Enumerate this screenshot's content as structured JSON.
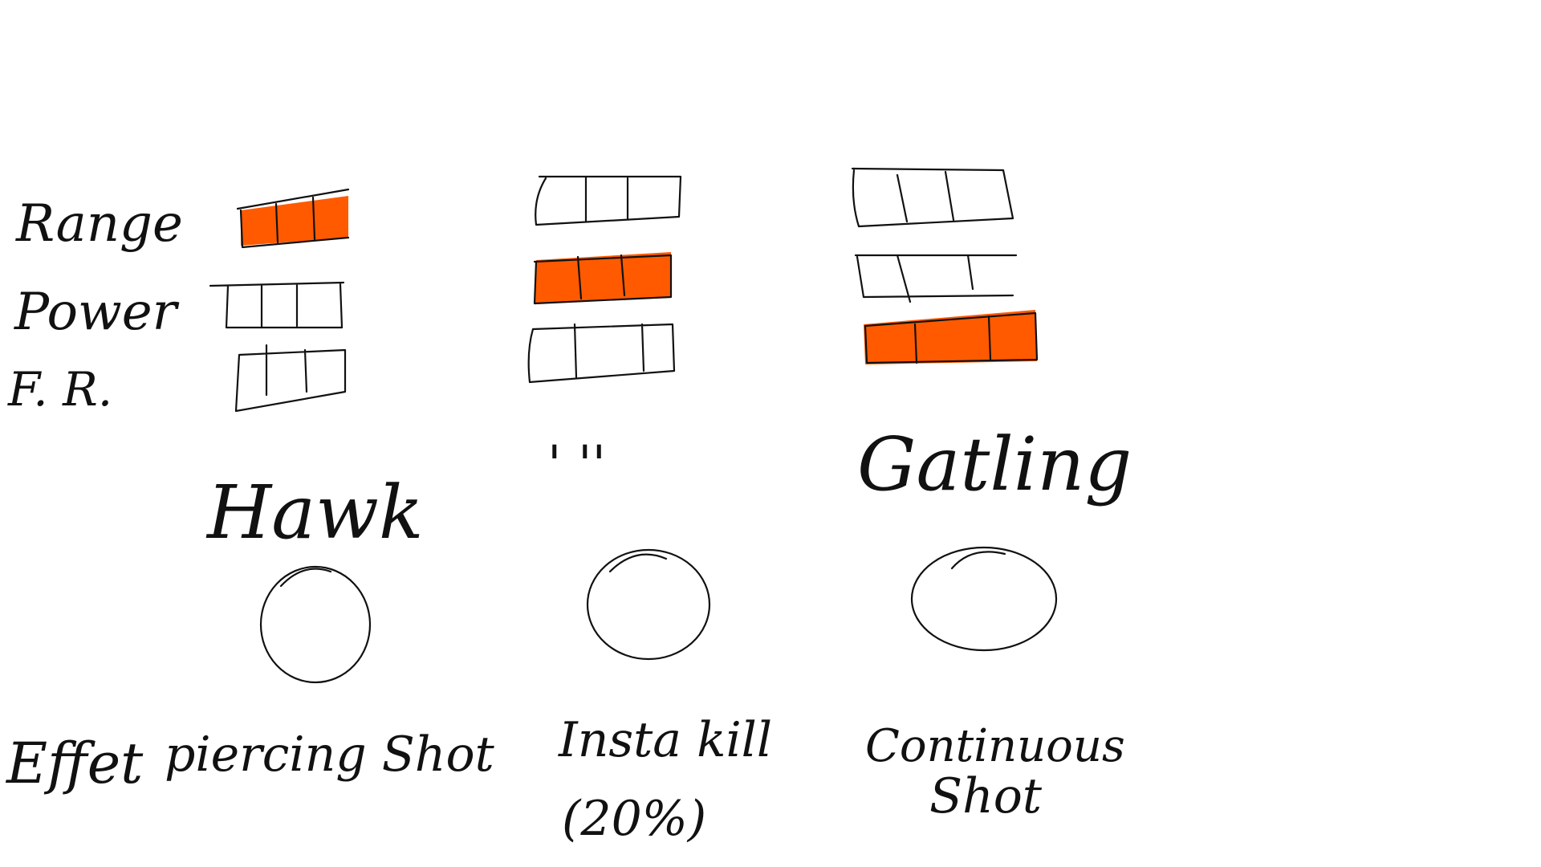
{
  "colors": {
    "ink": "#111111",
    "highlight": "#ff5a00",
    "background": "#ffffff"
  },
  "stat_labels": {
    "range": "Range",
    "power": "Power",
    "fire_rate": "F. R."
  },
  "effect_label": "Effet",
  "stat_segments_per_bar": 3,
  "weapons": [
    {
      "name": "Hawk",
      "effect_lines": [
        "piercing Shot"
      ],
      "highlighted_stat": "range",
      "icon": "empty-circle-icon"
    },
    {
      "name": "' ''",
      "effect_lines": [
        "Insta kill",
        "(20%)"
      ],
      "highlighted_stat": "power",
      "icon": "empty-circle-icon"
    },
    {
      "name": "Gatling",
      "effect_lines": [
        "Continuous",
        "Shot"
      ],
      "highlighted_stat": "fire_rate",
      "icon": "empty-circle-icon"
    }
  ]
}
